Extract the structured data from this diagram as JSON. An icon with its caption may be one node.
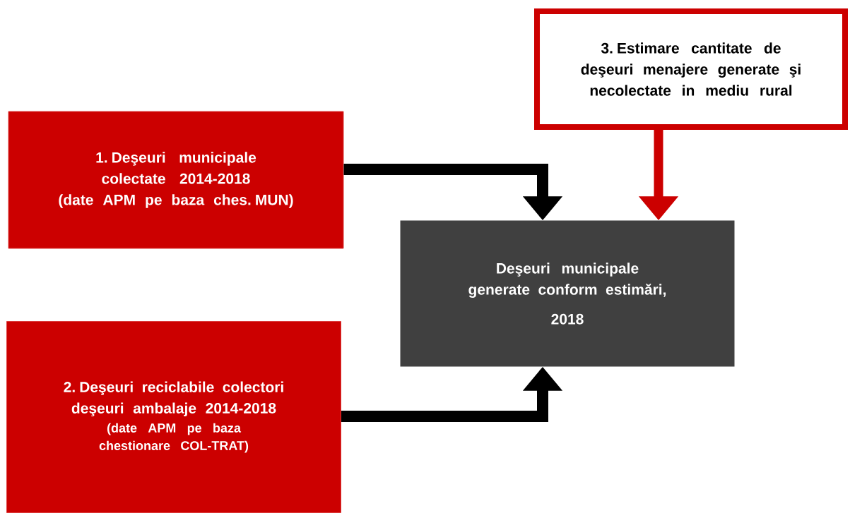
{
  "diagram": {
    "nodes": [
      {
        "text": [
          "1.  Deşeuri municipale colectate 2014-2018",
          "(date APM pe baza ches. MUN)"
        ]
      },
      {
        "text": [
          "2. Deşeuri reciclabile colectori deşeuri ambalaje 2014-2018",
          "(date APM pe baza chestionare COL-TRAT)"
        ]
      },
      {
        "text": [
          "3. Estimare cantitate de deşeuri menajere generate şi necolectate in mediu rural"
        ]
      },
      {
        "text": [
          "Deşeuri municipale generate conform estimări,",
          "2018"
        ]
      }
    ],
    "edges": [
      {
        "from": 0,
        "to": 3,
        "arrow": "to"
      },
      {
        "from": 1,
        "to": 3,
        "arrow": "to"
      },
      {
        "from": 2,
        "to": 3,
        "arrow": "to",
        "color": "#cc0000"
      }
    ]
  }
}
